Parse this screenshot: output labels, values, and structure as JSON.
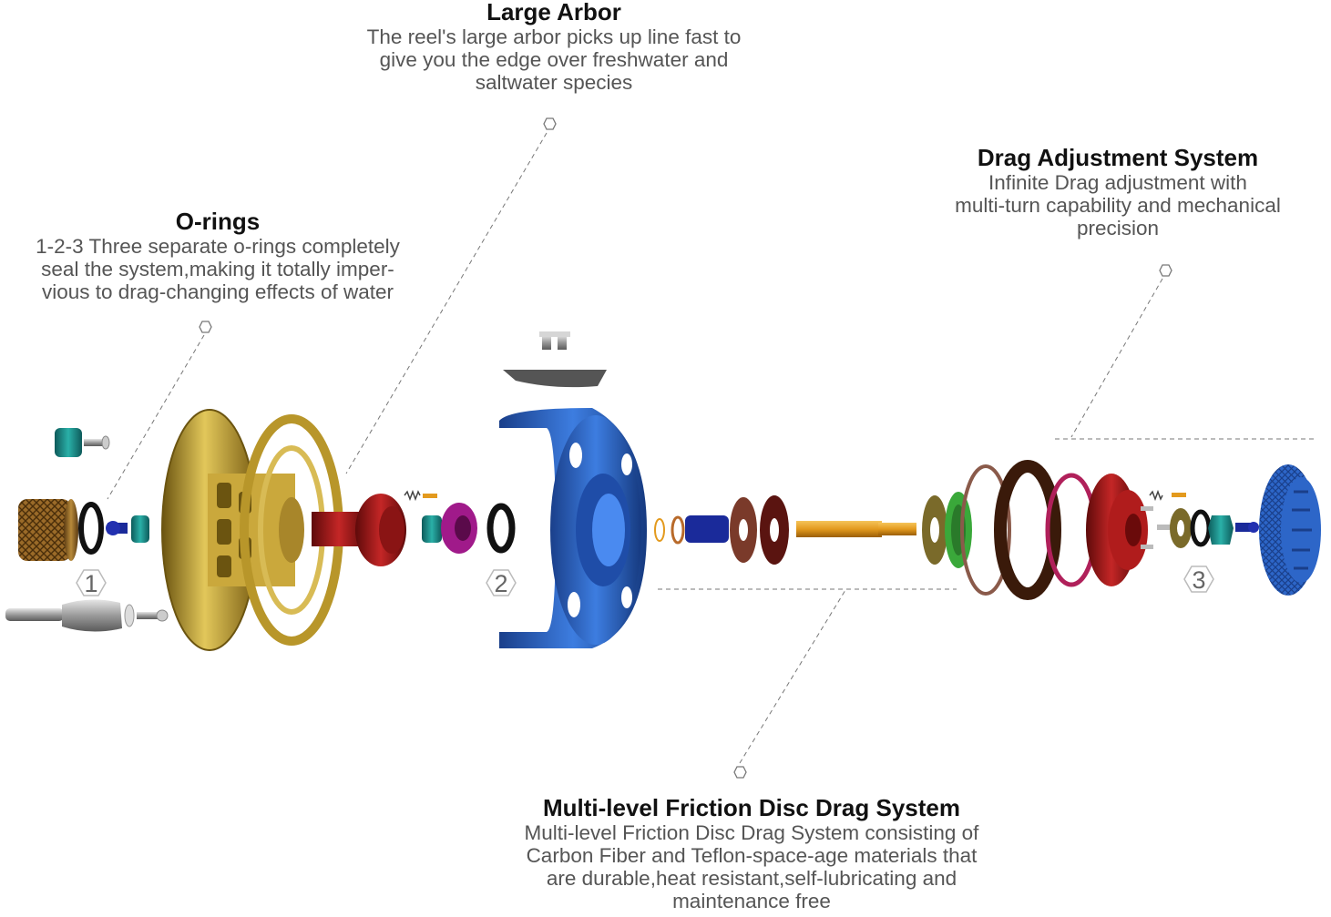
{
  "callouts": {
    "large_arbor": {
      "title": "Large Arbor",
      "lines": [
        "The reel's large arbor picks up line fast to",
        "give you the edge over freshwater and",
        "saltwater species"
      ]
    },
    "o_rings": {
      "title": "O-rings",
      "lines": [
        "1-2-3 Three separate o-rings completely",
        "seal the system,making it totally imper-",
        "vious to drag-changing effects of water"
      ]
    },
    "drag_adjustment": {
      "title": "Drag Adjustment System",
      "lines": [
        "Infinite Drag adjustment with",
        "multi-turn capability and mechanical",
        "precision"
      ]
    },
    "friction_disc": {
      "title": "Multi-level Friction Disc Drag System",
      "lines": [
        "Multi-level Friction Disc Drag System consisting of",
        "Carbon Fiber and Teflon-space-age materials that",
        "are durable,heat resistant,self-lubricating and",
        "maintenance free"
      ]
    }
  },
  "markers": [
    "1",
    "2",
    "3"
  ],
  "colors": {
    "spool_gold": "#b8962a",
    "frame_blue": "#2d66c8",
    "hub_red": "#a11b1b",
    "teal": "#1e8a8a",
    "purple": "#a01a8a",
    "orange_shaft": "#e39a1e",
    "navy": "#1a2a9a",
    "brown_disc": "#7a2a1a",
    "green_ring": "#3aa83a",
    "magenta_ring": "#b0205a"
  }
}
